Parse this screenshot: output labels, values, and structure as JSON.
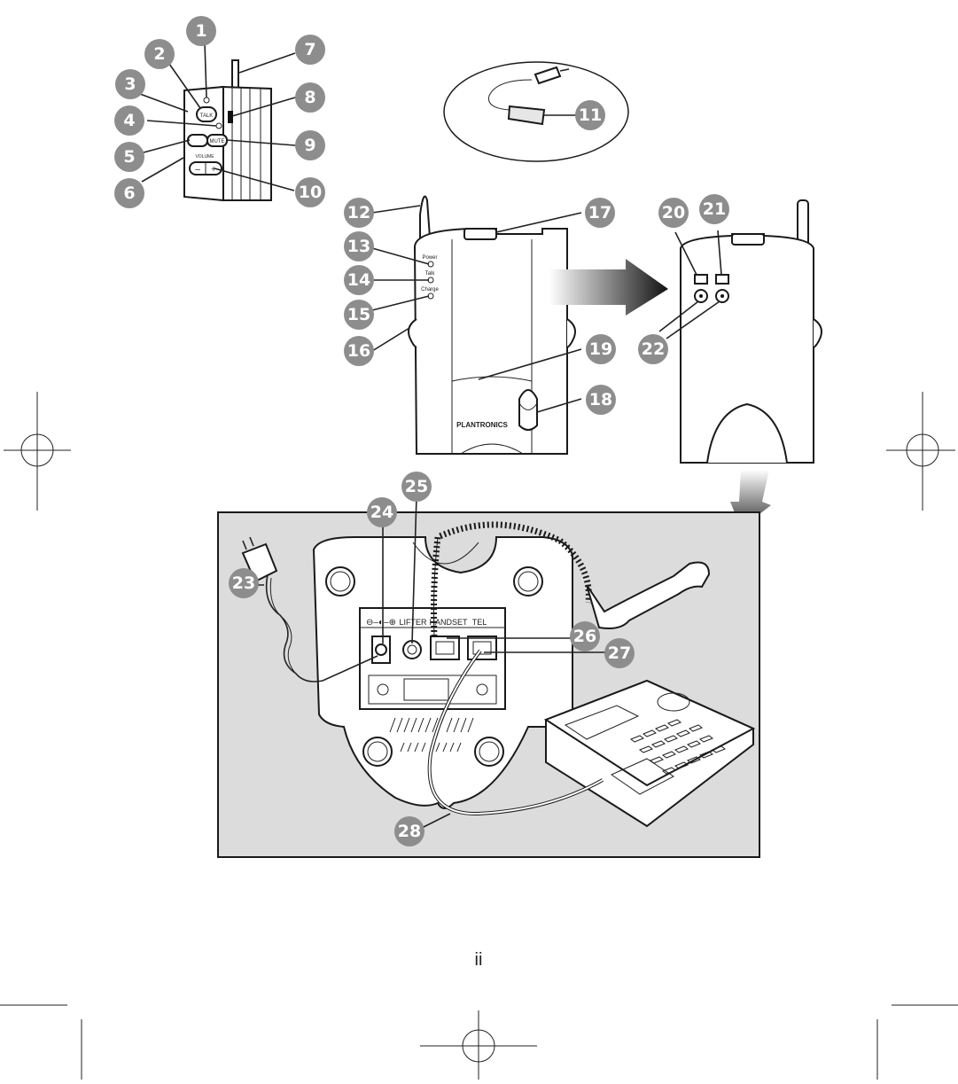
{
  "callouts": [
    "1",
    "2",
    "3",
    "4",
    "5",
    "6",
    "7",
    "8",
    "9",
    "10",
    "11",
    "12",
    "13",
    "14",
    "15",
    "16",
    "17",
    "18",
    "19",
    "20",
    "21",
    "22",
    "23",
    "24",
    "25",
    "26",
    "27",
    "28"
  ],
  "headset": {
    "talk_label": "TALK",
    "mute_label": "MUTE",
    "volume_label": "VOLUME",
    "minus_label": "–",
    "plus_label": "+"
  },
  "base": {
    "power_label": "Power",
    "talk_label": "Talk",
    "charge_label": "Charge",
    "brand_label": "PLANTRONICS"
  },
  "bottom": {
    "lifter_label": "LIFTER",
    "handset_label": "HANDSET",
    "tel_label": "TEL"
  },
  "page_number": "ii",
  "colors": {
    "callout": "#8d8d8d",
    "panel": "#dcdcdc",
    "line": "#222222"
  }
}
